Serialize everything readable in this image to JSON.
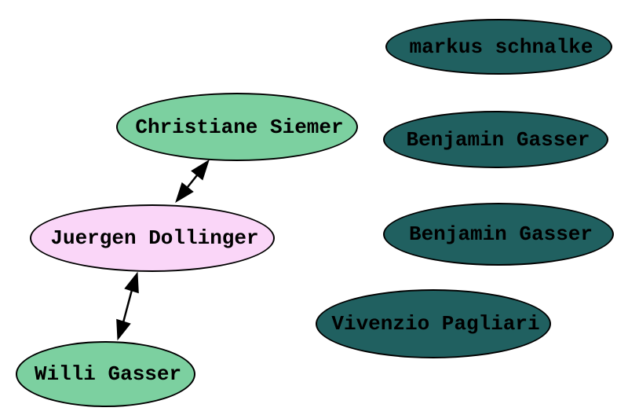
{
  "graph": {
    "background": "#ffffff",
    "nodes": [
      {
        "id": "christiane-siemer",
        "label": "Christiane Siemer",
        "color_role": "green",
        "fill": "#7cd0a0"
      },
      {
        "id": "juergen-dollinger",
        "label": "Juergen Dollinger",
        "color_role": "pink",
        "fill": "#fad6f8"
      },
      {
        "id": "willi-gasser",
        "label": "Willi Gasser",
        "color_role": "green",
        "fill": "#7cd0a0"
      },
      {
        "id": "markus-schnalke",
        "label": "markus schnalke",
        "color_role": "teal",
        "fill": "#206060"
      },
      {
        "id": "benjamin-gasser-1",
        "label": "Benjamin Gasser",
        "color_role": "teal",
        "fill": "#206060"
      },
      {
        "id": "benjamin-gasser-2",
        "label": "Benjamin Gasser",
        "color_role": "teal",
        "fill": "#206060"
      },
      {
        "id": "vivenzio-pagliari",
        "label": "Vivenzio Pagliari",
        "color_role": "teal",
        "fill": "#206060"
      }
    ],
    "edges": [
      {
        "from": "Christiane Siemer",
        "to": "Juergen Dollinger",
        "arrows": "both"
      },
      {
        "from": "Juergen Dollinger",
        "to": "Willi Gasser",
        "arrows": "both"
      }
    ],
    "colors": {
      "node_green": "#7cd0a0",
      "node_pink": "#fad6f8",
      "node_teal": "#206060",
      "node_border": "#000000",
      "edge": "#000000",
      "text": "#000000",
      "background": "#ffffff"
    }
  }
}
